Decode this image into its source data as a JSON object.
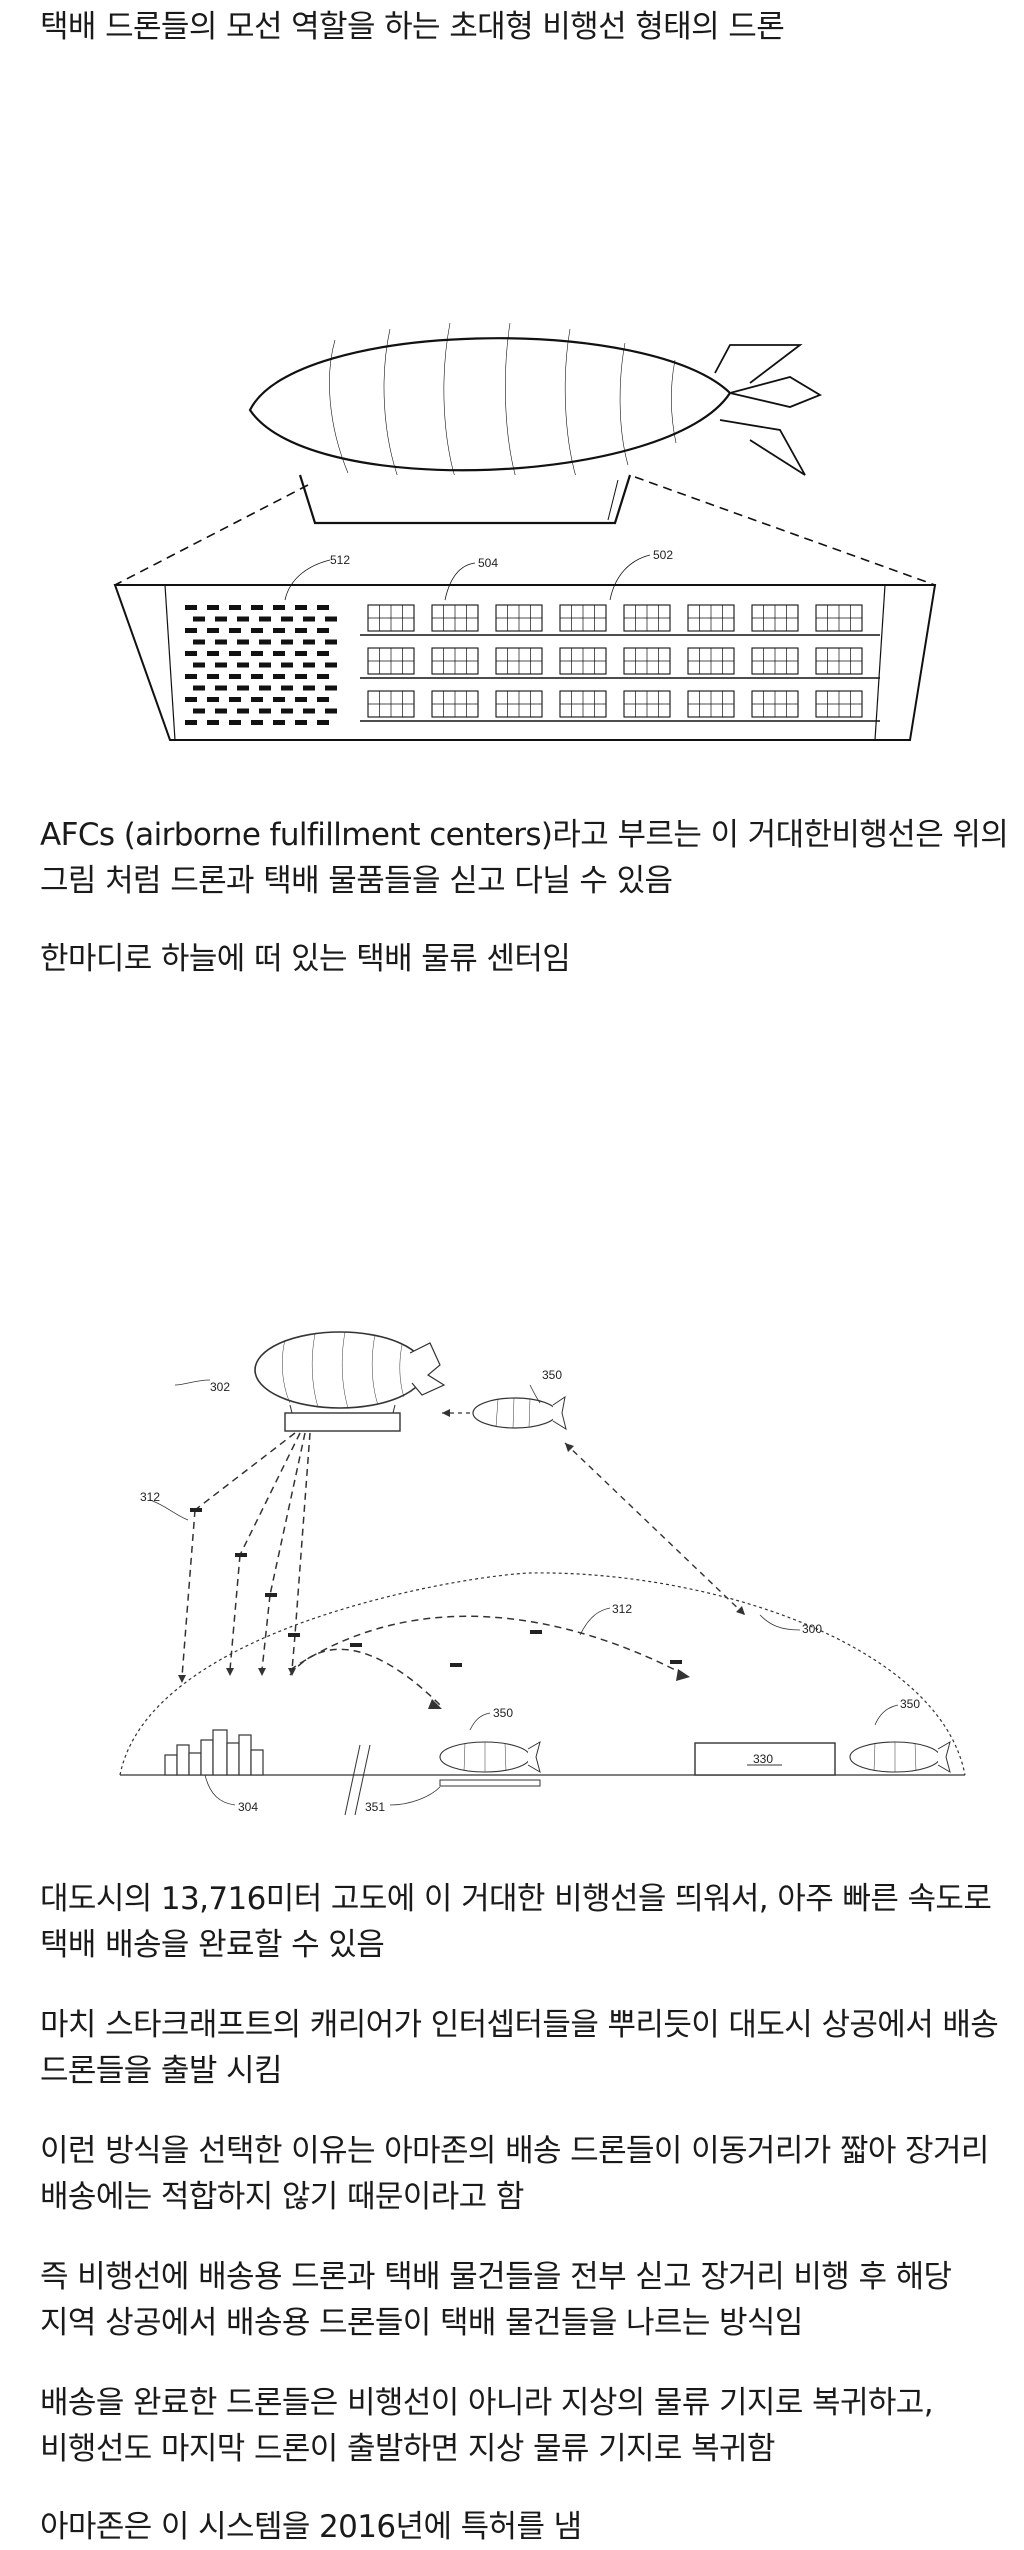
{
  "paragraphs": [
    "택배 드론들의 모선 역할을 하는 초대형 비행선 형태의 드론",
    "AFCs (airborne fulfillment centers)라고 부르는 이 거대한비행선은 위의 그림 처럼 드론과 택배 물품들을 싣고 다닐 수 있음",
    "한마디로 하늘에 떠 있는 택배 물류 센터임",
    "대도시의 13,716미터 고도에 이 거대한 비행선을 띄워서, 아주 빠른 속도로 택배 배송을 완료할 수 있음",
    "마치 스타크래프트의 캐리어가 인터셉터들을 뿌리듯이 대도시 상공에서 배송 드론들을 출발 시킴",
    "이런 방식을 선택한 이유는 아마존의 배송 드론들이 이동거리가 짧아 장거리 배송에는 적합하지 않기 때문이라고 함",
    "즉 비행선에 배송용 드론과 택배 물건들을 전부 싣고 장거리 비행 후 해당 지역 상공에서 배송용 드론들이 택배 물건들을 나르는 방식임",
    "배송을 완료한 드론들은 비행선이 아니라 지상의 물류 기지로 복귀하고, 비행선도 마지막 드론이 출발하면 지상 물류 기지로 복귀함",
    "아마존은 이 시스템을 2016년에 특허를 냄"
  ],
  "figure1": {
    "labels": [
      "512",
      "504",
      "502"
    ]
  },
  "figure2": {
    "labels": [
      "302",
      "350",
      "312",
      "312",
      "300",
      "350",
      "350",
      "330",
      "304",
      "351"
    ]
  }
}
